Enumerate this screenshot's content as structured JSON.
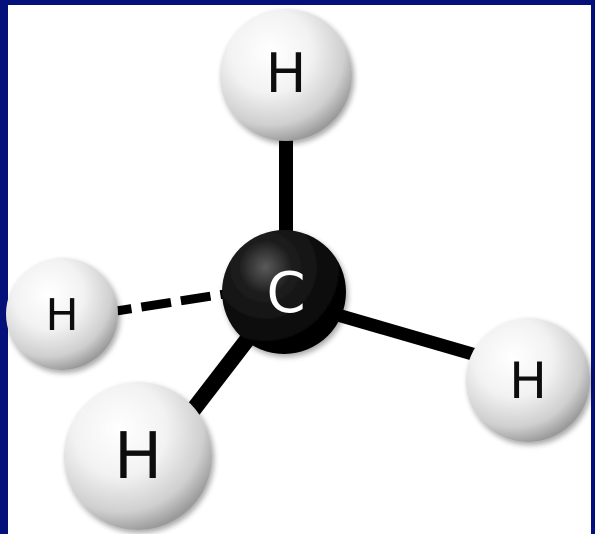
{
  "colors": {
    "border": "#05117a",
    "background": "#ffffff",
    "bond": "#000000",
    "carbon": "#000000",
    "hydrogen": "#e9e9e9"
  },
  "atoms": {
    "carbon": {
      "label": "C"
    },
    "h_top": {
      "label": "H"
    },
    "h_left": {
      "label": "H"
    },
    "h_right": {
      "label": "H"
    },
    "h_bottom": {
      "label": "H"
    }
  }
}
